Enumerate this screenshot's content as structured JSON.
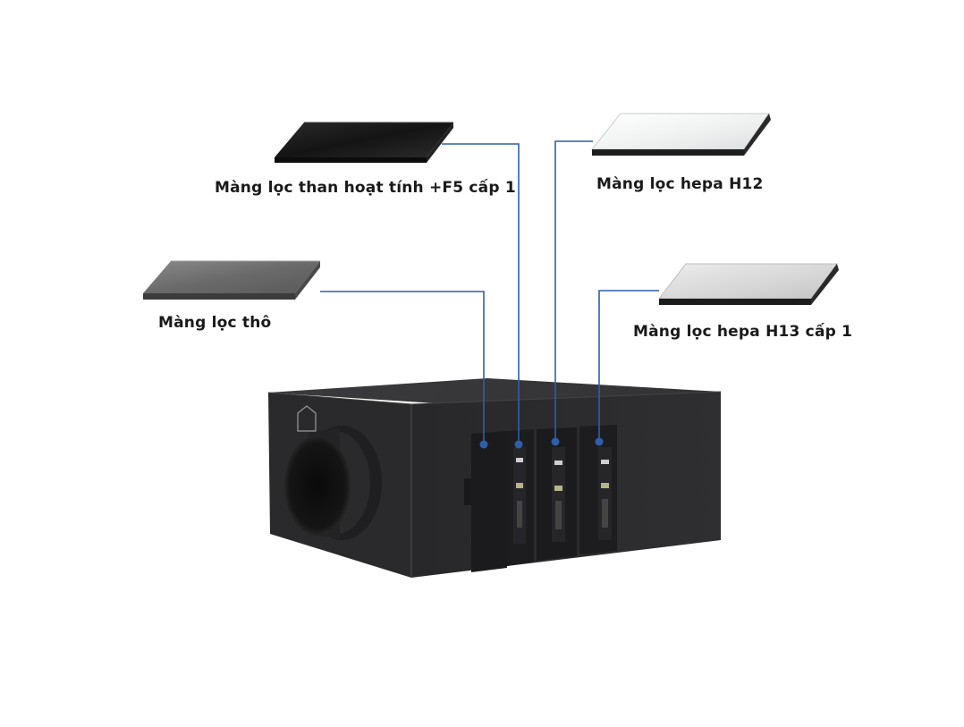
{
  "labels": {
    "carbon_filter": "Màng lọc than hoạt tính +F5 cấp 1",
    "hepa_h12": "Màng lọc hepa H12",
    "coarse_filter": "Màng lọc thô",
    "hepa_h13": "Màng lọc hepa H13 cấp 1"
  },
  "colors": {
    "leader_line": "#2f5fa8",
    "carbon_panel": "#1c1c1c",
    "hepa_h12_panel": "#f4f5f5",
    "coarse_panel": "#6b6b6b",
    "hepa_h13_panel": "#d9d9d9",
    "housing": "#2b2b2d"
  }
}
